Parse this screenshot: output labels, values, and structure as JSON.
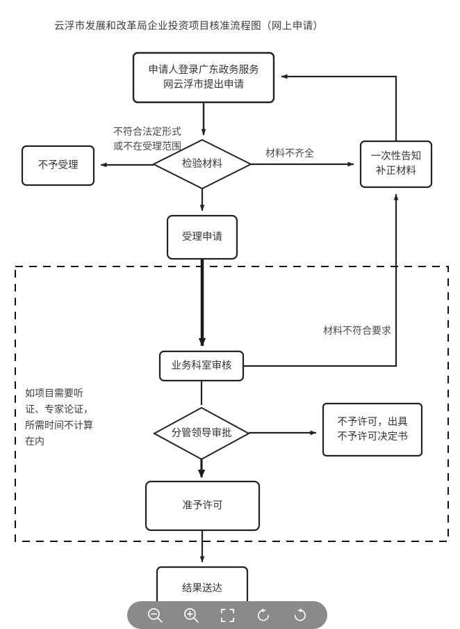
{
  "title": "云浮市发展和改革局企业投资项目核准流程图（网上申请）",
  "diagram": {
    "type": "flowchart",
    "nodes": [
      {
        "id": "apply",
        "shape": "rounded-rect",
        "label": "申请人登录广东政务服务\n网云浮市提出申请"
      },
      {
        "id": "check",
        "shape": "diamond",
        "label": "检验材料"
      },
      {
        "id": "reject",
        "shape": "rounded-rect",
        "label": "不予受理"
      },
      {
        "id": "notify",
        "shape": "rounded-rect",
        "label": "一次性告知\n补正材料"
      },
      {
        "id": "accept",
        "shape": "rounded-rect",
        "label": "受理申请"
      },
      {
        "id": "review",
        "shape": "rounded-rect",
        "label": "业务科室审核"
      },
      {
        "id": "approval",
        "shape": "diamond",
        "label": "分管领导审批"
      },
      {
        "id": "nopermit",
        "shape": "rounded-rect",
        "label": "不予许可，出具\n不予许可决定书"
      },
      {
        "id": "permit",
        "shape": "rounded-rect",
        "label": "准予许可"
      },
      {
        "id": "deliver",
        "shape": "rounded-rect",
        "label": "结果送达"
      }
    ],
    "edge_labels": [
      {
        "id": "reject-label",
        "text": "不符合法定形式\n或不在受理范围"
      },
      {
        "id": "incomplete",
        "text": "材料不齐全"
      },
      {
        "id": "nonconforming",
        "text": "材料不符合要求"
      }
    ],
    "note": "如项目需要听\n证、专家论证，\n所需时间不计算\n在内",
    "colors": {
      "stroke": "#222222",
      "text": "#333333",
      "background": "#ffffff",
      "dashed_region": "#111111"
    }
  },
  "toolbar": {
    "buttons": [
      {
        "name": "zoom-out-icon",
        "tooltip": "缩小"
      },
      {
        "name": "zoom-in-icon",
        "tooltip": "放大"
      },
      {
        "name": "fit-screen-icon",
        "tooltip": "适应屏幕"
      },
      {
        "name": "rotate-left-icon",
        "tooltip": "向左旋转"
      },
      {
        "name": "rotate-right-icon",
        "tooltip": "向右旋转"
      }
    ],
    "background_color": "#8a8a8a"
  }
}
